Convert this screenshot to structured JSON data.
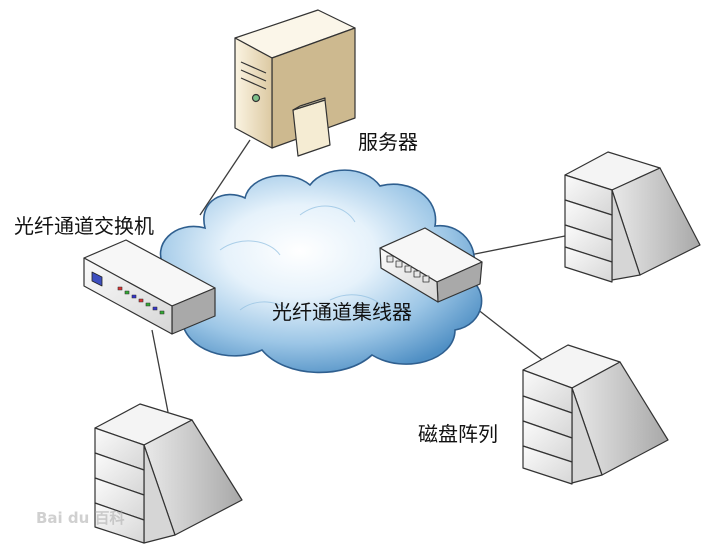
{
  "labels": {
    "server": "服务器",
    "fc_switch": "光纤通道交换机",
    "fc_hub": "光纤通道集线器",
    "disk_array": "磁盘阵列"
  },
  "watermark": "Bai du 百科",
  "colors": {
    "cloud_light": "#d8ebf8",
    "cloud_dark": "#5f9ccd",
    "device_face": "#f1f1f1",
    "device_side": "#b7b7b7",
    "server_case": "#f2e7cf",
    "line": "#3c3c3c"
  }
}
